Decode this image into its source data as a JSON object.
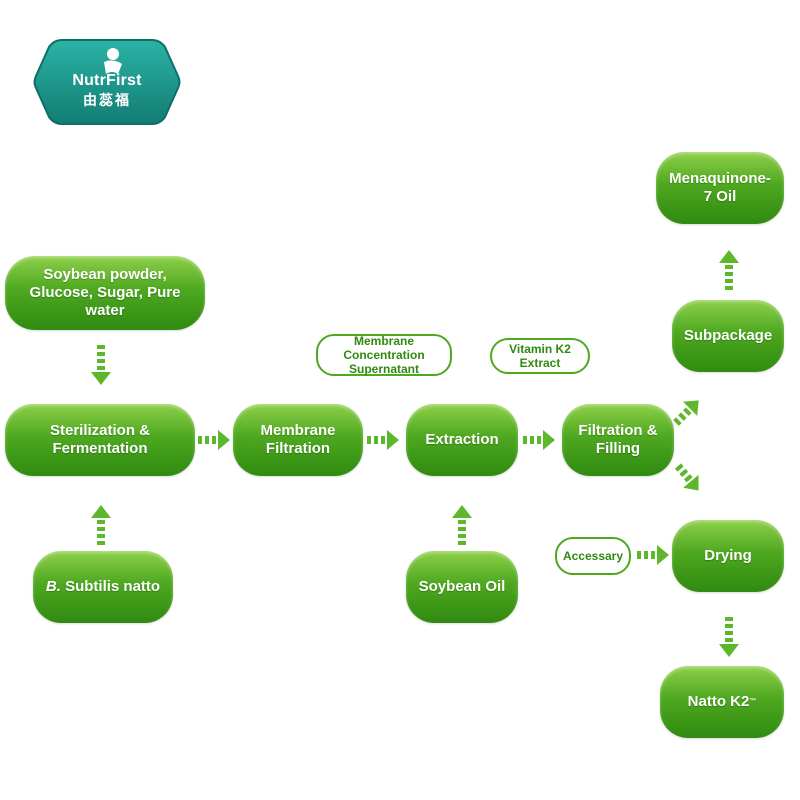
{
  "logo": {
    "name": "Nutr First",
    "text_en": "NutrFirst",
    "text_cn": "由蕊福",
    "color": "#1f9a8e"
  },
  "colors": {
    "node_green": "#4ea820",
    "arrow_green": "#5cb82a"
  },
  "nodes": {
    "raw_materials": "Soybean powder, Glucose, Sugar, Pure water",
    "sterilization": "Sterilization & Fermentation",
    "subtilis_italic": "B.",
    "subtilis_rest": "Subtilis natto",
    "membrane_filtration": "Membrane Filtration",
    "extraction": "Extraction",
    "soybean_oil": "Soybean Oil",
    "filtration_filling": "Filtration & Filling",
    "subpackage": "Subpackage",
    "mk7_oil": "Menaquinone-7 Oil",
    "drying": "Drying",
    "natto_k2": "Natto K2",
    "natto_k2_tm": "™"
  },
  "labels": {
    "membrane_concentration": "Membrane Concentration Supernatant",
    "vitamin_k2_extract": "Vitamin K2 Extract",
    "accessary": "Accessary"
  }
}
